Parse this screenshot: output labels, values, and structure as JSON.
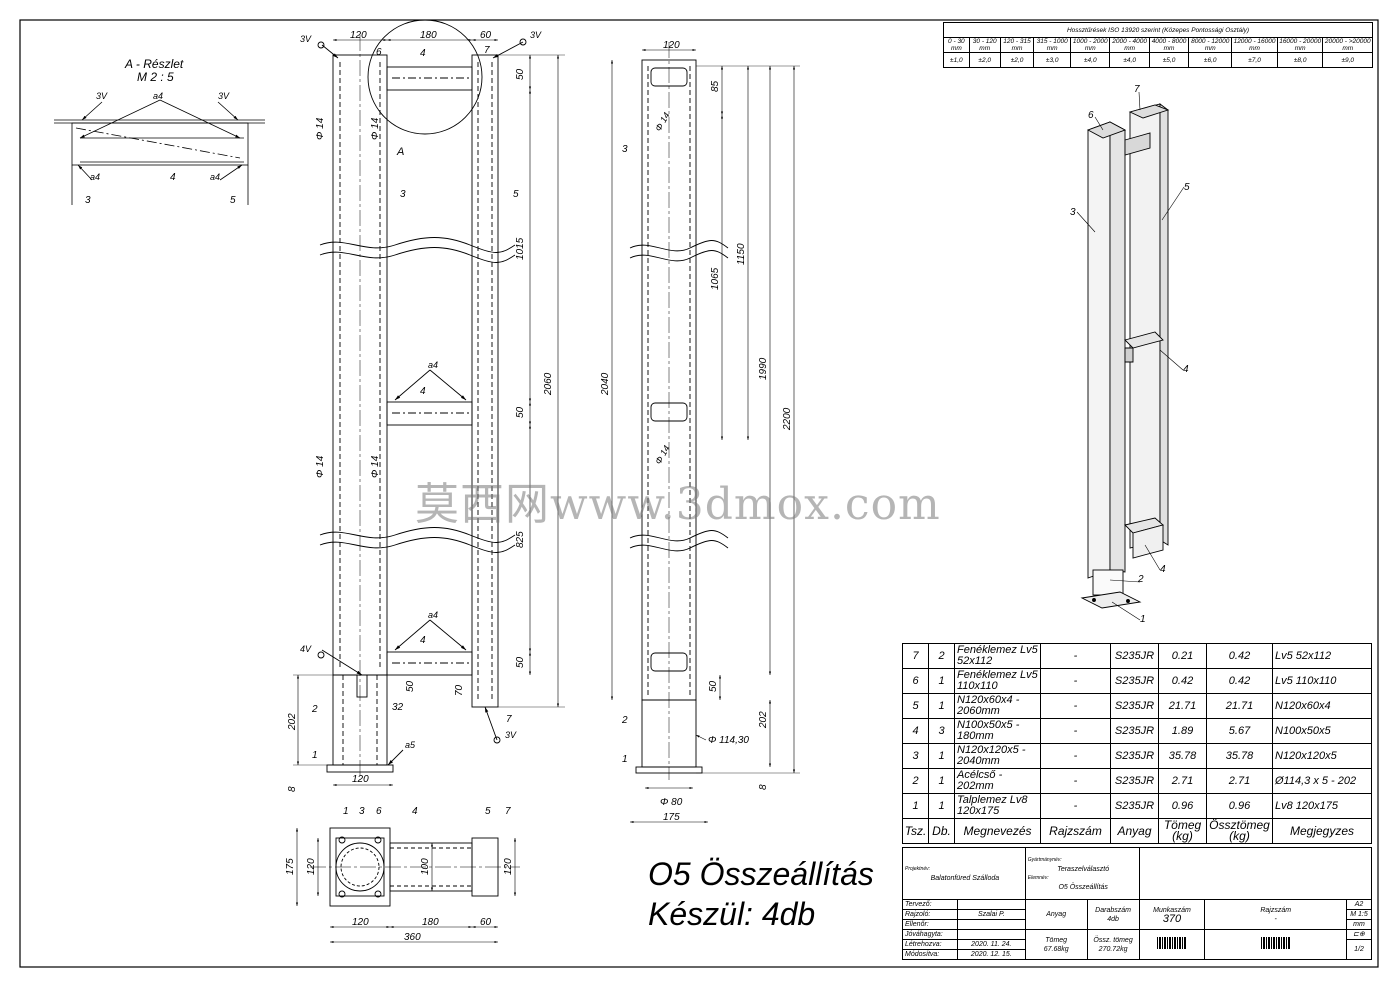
{
  "detail": {
    "title": "A - Részlet",
    "scale": "M 2 : 5",
    "weld_a4": "a4",
    "weld_3v": "3V",
    "p3": "3",
    "p4": "4",
    "p5": "5"
  },
  "front": {
    "d120": "120",
    "d180": "180",
    "d60": "60",
    "d50a": "50",
    "d50b": "50",
    "d50c": "50",
    "d50d": "50",
    "d1015": "1015",
    "d2060": "2060",
    "d825": "825",
    "d70": "70",
    "d32": "32",
    "d202": "202",
    "d8": "8",
    "d120b": "120",
    "phi14": "Φ 14",
    "p1": "1",
    "p2": "2",
    "p3": "3",
    "p4": "4",
    "p5": "5",
    "p6": "6",
    "p7": "7",
    "weld_a4": "a4",
    "weld_a5": "a5",
    "weld_3v": "3V",
    "weld_4v": "4V",
    "detail_a": "A"
  },
  "side": {
    "d120": "120",
    "d85": "85",
    "d1065": "1065",
    "d1150": "1150",
    "d1990": "1990",
    "d2200": "2200",
    "d2040": "2040",
    "d50": "50",
    "d202": "202",
    "d8": "8",
    "d114": "Φ 114,30",
    "d80": "Φ 80",
    "d175": "175",
    "phi14": "Φ 14",
    "p1": "1",
    "p2": "2",
    "p3": "3"
  },
  "top": {
    "d175": "175",
    "d120": "120",
    "d100": "100",
    "d120b": "120",
    "d120c": "120",
    "d180": "180",
    "d60": "60",
    "d360": "360",
    "p1": "1",
    "p3": "3",
    "p6": "6",
    "p4": "4",
    "p5": "5",
    "p7": "7"
  },
  "iso": {
    "p1": "1",
    "p2": "2",
    "p3": "3",
    "p4a": "4",
    "p4b": "4",
    "p5": "5",
    "p6": "6",
    "p7": "7"
  },
  "tolerance": {
    "title": "Hossztűrések ISO 13920 szerint (Közepes Pontossági Osztály)",
    "ranges": [
      "0 - 30 mm",
      "30 - 120 mm",
      "120 - 315 mm",
      "315 - 1000 mm",
      "1000 - 2000 mm",
      "2000 - 4000 mm",
      "4000 - 8000 mm",
      "8000 - 12000 mm",
      "12000 - 16000 mm",
      "16000 - 20000 mm",
      "20000 - >20000 mm"
    ],
    "values": [
      "±1,0",
      "±2,0",
      "±2,0",
      "±3,0",
      "±4,0",
      "±4,0",
      "±5,0",
      "±6,0",
      "±7,0",
      "±8,0",
      "±9,0"
    ]
  },
  "bom": {
    "headers": [
      "Tsz.",
      "Db.",
      "Megnevezés",
      "Rajzszám",
      "Anyag",
      "Tömeg (kg)",
      "Össztömeg (kg)",
      "Megjegyzes"
    ],
    "rows": [
      [
        "7",
        "2",
        "Fenéklemez Lv5 52x112",
        "-",
        "S235JR",
        "0.21",
        "0.42",
        "Lv5 52x112"
      ],
      [
        "6",
        "1",
        "Fenéklemez Lv5 110x110",
        "-",
        "S235JR",
        "0.42",
        "0.42",
        "Lv5 110x110"
      ],
      [
        "5",
        "1",
        "N120x60x4 - 2060mm",
        "-",
        "S235JR",
        "21.71",
        "21.71",
        "N120x60x4"
      ],
      [
        "4",
        "3",
        "N100x50x5 - 180mm",
        "-",
        "S235JR",
        "1.89",
        "5.67",
        "N100x50x5"
      ],
      [
        "3",
        "1",
        "N120x120x5 - 2040mm",
        "-",
        "S235JR",
        "35.78",
        "35.78",
        "N120x120x5"
      ],
      [
        "2",
        "1",
        "Acélcső - 202mm",
        "-",
        "S235JR",
        "2.71",
        "2.71",
        "Ø114,3 x 5 - 202"
      ],
      [
        "1",
        "1",
        "Talplemez Lv8 120x175",
        "-",
        "S235JR",
        "0.96",
        "0.96",
        "Lv8 120x175"
      ]
    ]
  },
  "titleblock": {
    "projekt_label": "Projektnév:",
    "projekt": "Balatonfüred Szálloda",
    "gyarto_label": "Gyártmánynév:",
    "gyarto": "Teraszelválasztó",
    "elem_label": "Elemnév:",
    "elem": "O5 Összeállítás",
    "tervezo": "Tervező:",
    "rajzolo": "Rajzoló:",
    "rajzolo_val": "Szalai P.",
    "ellenor": "Ellenőr:",
    "jovahagyta": "Jóváhagyta:",
    "letrehozva": "Létrehozva:",
    "letrehozva_val": "2020. 11. 24.",
    "modositva": "Módosítva:",
    "modositva_val": "2020. 12. 15.",
    "anyag": "Anyag",
    "darabszam": "Darabszám",
    "darabszam_val": "4db",
    "munkaszam": "Munkaszám",
    "munkaszam_val": "370",
    "rajzszam": "Rajzszám",
    "rajzszam_val": "-",
    "tomeg": "Tömeg",
    "tomeg_val": "67.68kg",
    "ossz": "Össz. tömeg",
    "ossz_val": "270.72kg",
    "format": "A2",
    "scale": "M 1:5",
    "unit": "mm",
    "sheet": "1/2"
  },
  "caption": {
    "line1": "O5 Összeállítás",
    "line2": "Készül: 4db"
  },
  "watermark": "莫西网www.3dmox.com"
}
